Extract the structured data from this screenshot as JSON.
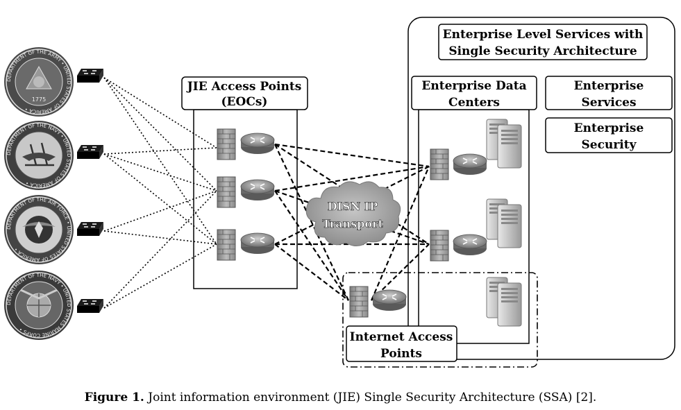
{
  "seals": [
    {
      "icon": "army-seal-icon",
      "ring_text": "DEPARTMENT OF THE ARMY • UNITED STATES OF AMERICA •",
      "year": "1775"
    },
    {
      "icon": "navy-seal-icon",
      "ring_text": "DEPARTMENT OF THE NAVY • UNITED STATES OF AMERICA •"
    },
    {
      "icon": "air-force-seal-icon",
      "ring_text": "DEPARTMENT OF THE AIR FORCE • UNITED STATES OF AMERICA •"
    },
    {
      "icon": "marine-corps-seal-icon",
      "ring_text": "DEPARTMENT OF THE NAVY • UNITED STATES MARINE CORPS •"
    }
  ],
  "jie_access_points": {
    "line1": "JIE Access Points",
    "line2": "(EOCs)"
  },
  "disn": {
    "line1": "DISN IP",
    "line2": "Transport"
  },
  "enterprise_level": {
    "line1": "Enterprise Level Services with",
    "line2": "Single Security Architecture"
  },
  "data_centers": {
    "line1": "Enterprise Data",
    "line2": "Centers"
  },
  "enterprise_services": {
    "line1": "Enterprise",
    "line2": "Services"
  },
  "enterprise_security": {
    "line1": "Enterprise",
    "line2": "Security"
  },
  "internet_access": {
    "line1": "Internet Access",
    "line2": "Points"
  },
  "caption": {
    "label": "Figure 1.",
    "text": " Joint information environment (JIE) Single Security Architecture (SSA) [2]."
  },
  "colors": {
    "box_stroke": "#000000",
    "device_gray": "#9a9a9a",
    "cloud_gray": "#a8a8a8"
  }
}
